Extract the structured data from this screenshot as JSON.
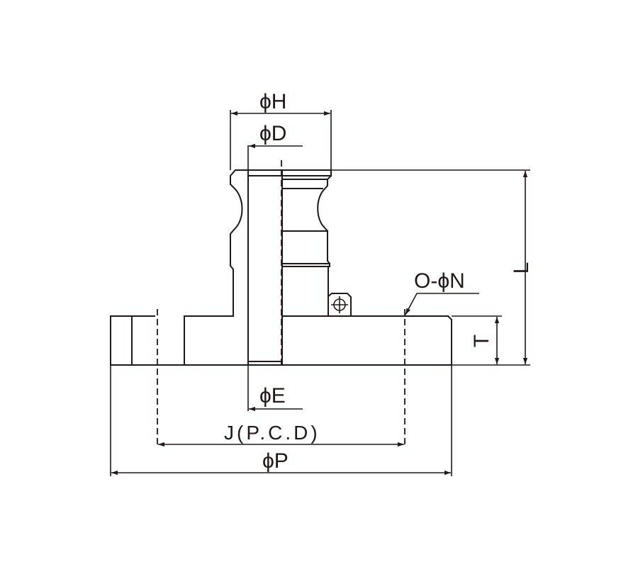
{
  "diagram": {
    "labels": {
      "H": "ϕH",
      "D": "ϕD",
      "E": "ϕE",
      "J": "J(P.C.D)",
      "P": "ϕP",
      "N": "O-ϕN",
      "L": "L",
      "T": "T"
    },
    "colors": {
      "line": "#231815",
      "background": "#ffffff"
    }
  }
}
